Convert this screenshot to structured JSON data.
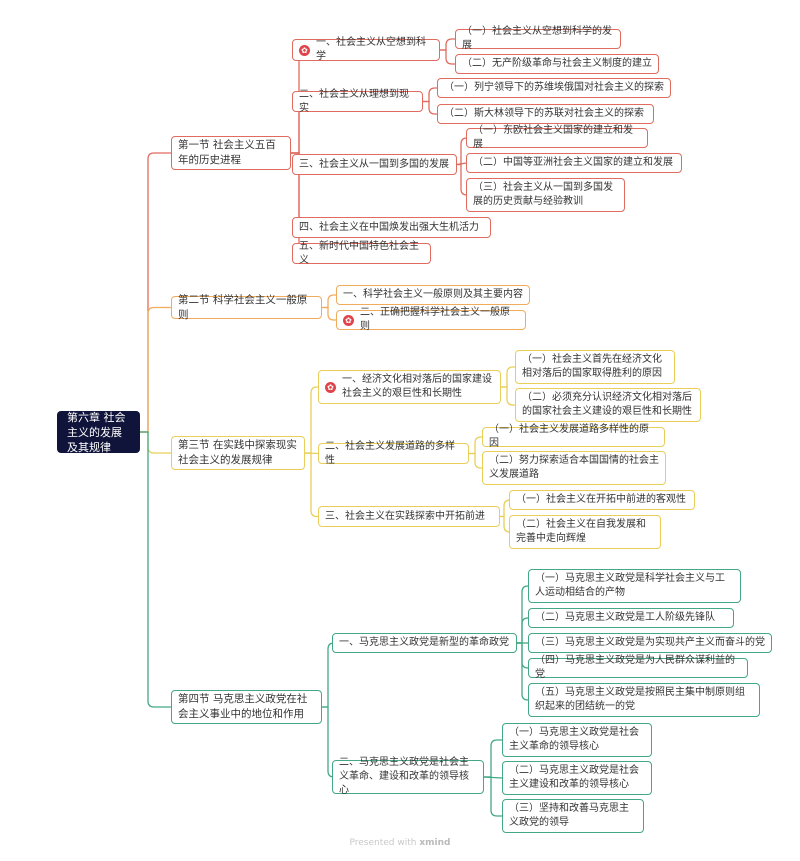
{
  "root": {
    "title": "第六章 社会主义的发展及其规律"
  },
  "sections": {
    "s1": {
      "title": "第一节  社会主义五百年的历史进程",
      "topics": {
        "t1": {
          "title": "一、社会主义从空想到科学",
          "subs": [
            "（一）社会主义从空想到科学的发展",
            "（二）无产阶级革命与社会主义制度的建立"
          ]
        },
        "t2": {
          "title": "二、社会主义从理想到现实",
          "subs": [
            "（一）列宁领导下的苏维埃俄国对社会主义的探索",
            "（二）斯大林领导下的苏联对社会主义的探索"
          ]
        },
        "t3": {
          "title": "三、社会主义从一国到多国的发展",
          "subs": [
            "（一）东欧社会主义国家的建立和发展",
            "（二）中国等亚洲社会主义国家的建立和发展",
            "（三）社会主义从一国到多国发展的历史贡献与经验教训"
          ]
        },
        "t4": {
          "title": "四、社会主义在中国焕发出强大生机活力"
        },
        "t5": {
          "title": "五、新时代中国特色社会主义"
        }
      }
    },
    "s2": {
      "title": "第二节  科学社会主义一般原则",
      "topics": {
        "t1": {
          "title": "一、科学社会主义一般原则及其主要内容"
        },
        "t2": {
          "title": "二、正确把握科学社会主义一般原则"
        }
      }
    },
    "s3": {
      "title": "第三节  在实践中探索现实社会主义的发展规律",
      "topics": {
        "t1": {
          "title": "一、经济文化相对落后的国家建设社会主义的艰巨性和长期性",
          "subs": [
            "（一）社会主义首先在经济文化相对落后的国家取得胜利的原因",
            "（二）必须充分认识经济文化相对落后的国家社会主义建设的艰巨性和长期性"
          ]
        },
        "t2": {
          "title": "二、社会主义发展道路的多样性",
          "subs": [
            "（一）社会主义发展道路多样性的原因",
            "（二）努力探索适合本国国情的社会主义发展道路"
          ]
        },
        "t3": {
          "title": "三、社会主义在实践探索中开拓前进",
          "subs": [
            "（一）社会主义在开拓中前进的客观性",
            "（二）社会主义在自我发展和完善中走向辉煌"
          ]
        }
      }
    },
    "s4": {
      "title": "第四节  马克思主义政党在社会主义事业中的地位和作用",
      "topics": {
        "t1": {
          "title": "一、马克思主义政党是新型的革命政党",
          "subs": [
            "（一）马克思主义政党是科学社会主义与工人运动相结合的产物",
            "（二）马克思主义政党是工人阶级先锋队",
            "（三）马克思主义政党是为实现共产主义而奋斗的党",
            "（四）马克思主义政党是为人民群众谋利益的党",
            "（五）马克思主义政党是按照民主集中制原则组织起来的团结统一的党"
          ]
        },
        "t2": {
          "title": "二、马克思主义政党是社会主义革命、建设和改革的领导核心",
          "subs": [
            "（一）马克思主义政党是社会主义革命的领导核心",
            "（二）马克思主义政党是社会主义建设和改革的领导核心",
            "（三）坚持和改善马克思主义政党的领导"
          ]
        }
      }
    }
  },
  "colors": {
    "red": "#e06b5f",
    "orange": "#f0ac5c",
    "yellow": "#e9cf5a",
    "green": "#43a883",
    "root": "#10143a",
    "star": "#e0444a"
  },
  "icons": {
    "star": "star-marker-icon"
  },
  "footer": {
    "prefix": "Presented with",
    "brand": "xmind"
  }
}
